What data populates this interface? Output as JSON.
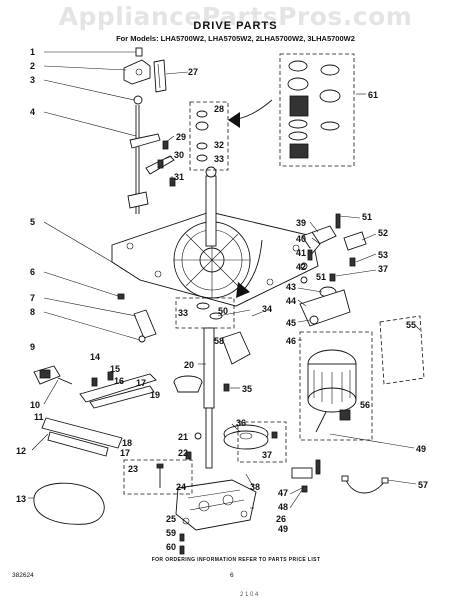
{
  "watermark": "AppliancePartsPros.com",
  "title": "DRIVE PARTS",
  "models": "For Models: LHA5700W2, LHA5705W2, 2LHA5700W2, 3LHA5700W2",
  "footer": "FOR ORDERING INFORMATION REFER TO PARTS PRICE LIST",
  "doc_number": "382624",
  "page_number": "6",
  "page_cut_text": "2 1 0 4",
  "callouts": [
    "1",
    "2",
    "3",
    "4",
    "5",
    "6",
    "7",
    "8",
    "9",
    "10",
    "11",
    "12",
    "13",
    "14",
    "15",
    "16",
    "17",
    "17",
    "18",
    "19",
    "20",
    "21",
    "22",
    "23",
    "24",
    "25",
    "26",
    "27",
    "28",
    "29",
    "30",
    "31",
    "32",
    "33",
    "33",
    "34",
    "35",
    "36",
    "37",
    "37",
    "38",
    "39",
    "40",
    "41",
    "42",
    "43",
    "44",
    "45",
    "46",
    "47",
    "48",
    "49",
    "49",
    "50",
    "51",
    "51",
    "52",
    "53",
    "55",
    "56",
    "57",
    "58",
    "59",
    "60",
    "61"
  ]
}
